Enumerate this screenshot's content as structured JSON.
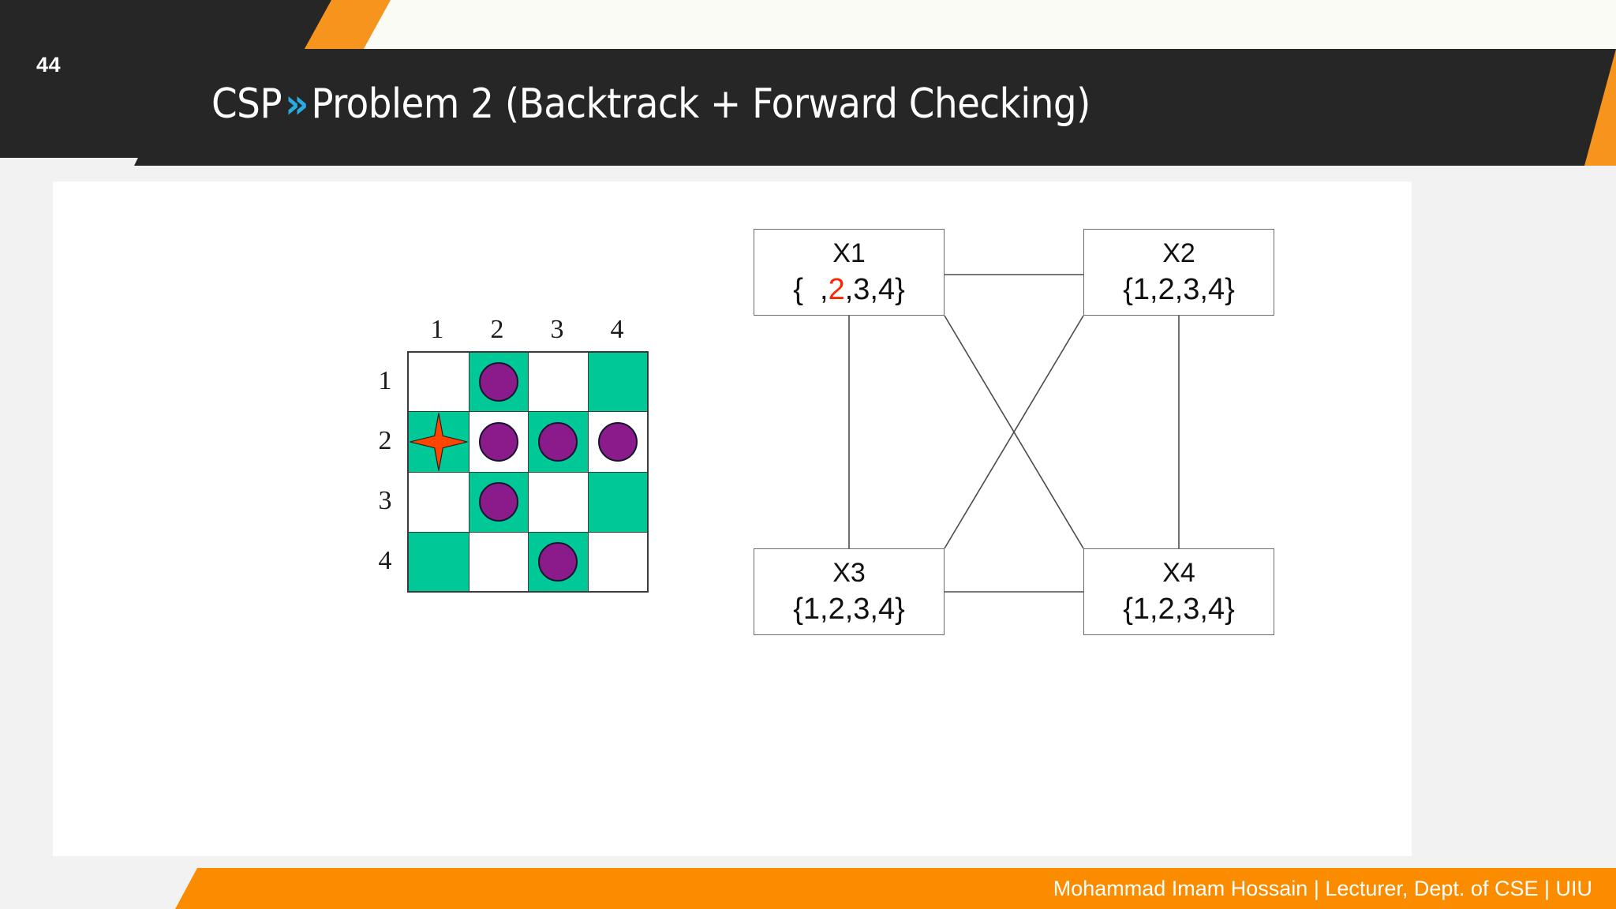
{
  "slide": {
    "number": "44",
    "title_prefix": "CSP",
    "title_chevron": "»",
    "title_rest": "Problem 2 (Backtrack + Forward Checking)",
    "accent_orange": "#F7941E",
    "accent_blue": "#29ABE2",
    "header_dark": "#262626"
  },
  "board": {
    "col_labels": [
      "1",
      "2",
      "3",
      "4"
    ],
    "row_labels": [
      "1",
      "2",
      "3",
      "4"
    ],
    "teal_color": "#00C896",
    "queen_color": "#8B1A8B",
    "star_color": "#FF4500",
    "cells": [
      [
        {
          "fill": "white",
          "piece": "none"
        },
        {
          "fill": "teal",
          "piece": "queen"
        },
        {
          "fill": "white",
          "piece": "none"
        },
        {
          "fill": "teal",
          "piece": "none"
        }
      ],
      [
        {
          "fill": "teal",
          "piece": "star"
        },
        {
          "fill": "white",
          "piece": "queen"
        },
        {
          "fill": "teal",
          "piece": "queen"
        },
        {
          "fill": "white",
          "piece": "queen"
        }
      ],
      [
        {
          "fill": "white",
          "piece": "none"
        },
        {
          "fill": "teal",
          "piece": "queen"
        },
        {
          "fill": "white",
          "piece": "none"
        },
        {
          "fill": "teal",
          "piece": "none"
        }
      ],
      [
        {
          "fill": "teal",
          "piece": "none"
        },
        {
          "fill": "white",
          "piece": "none"
        },
        {
          "fill": "teal",
          "piece": "queen"
        },
        {
          "fill": "white",
          "piece": "none"
        }
      ]
    ]
  },
  "graph": {
    "nodes": [
      {
        "id": "n1",
        "name": "X1",
        "domain_prefix": "{  ,",
        "domain_red": "2",
        "domain_suffix": ",3,4}"
      },
      {
        "id": "n2",
        "name": "X2",
        "domain": "{1,2,3,4}"
      },
      {
        "id": "n3",
        "name": "X3",
        "domain": "{1,2,3,4}"
      },
      {
        "id": "n4",
        "name": "X4",
        "domain": "{1,2,3,4}"
      }
    ],
    "edges": [
      "X1-X2",
      "X1-X3",
      "X1-X4",
      "X2-X3",
      "X2-X4",
      "X3-X4"
    ]
  },
  "footer": {
    "text": "Mohammad Imam Hossain | Lecturer, Dept. of CSE | UIU",
    "band_color": "#FB8C00"
  }
}
